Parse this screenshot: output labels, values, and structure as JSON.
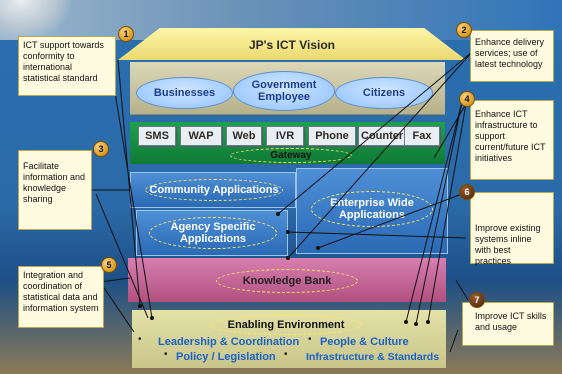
{
  "roof": {
    "title": "JP's ICT Vision"
  },
  "stakeholders": {
    "businesses": "Businesses",
    "government_employee": "Government Employee",
    "citizens": "Citizens"
  },
  "channels": [
    "SMS",
    "WAP",
    "Web",
    "IVR",
    "Phone",
    "Counter",
    "Fax"
  ],
  "gateway": {
    "label": "Gateway"
  },
  "apps": {
    "community": "Community Applications",
    "agency": "Agency Specific Applications",
    "enterprise": "Enterprise Wide Applications"
  },
  "knowledge_bank": {
    "label": "Knowledge Bank"
  },
  "enabling": {
    "label": "Enabling Environment",
    "leadership": "Leadership & Coordination",
    "people": "People & Culture",
    "policy": "Policy / Legislation",
    "infrastructure": "Infrastructure & Standards"
  },
  "notes": {
    "n1": {
      "num": "1",
      "text": "ICT support towards conformity to international statistical standard"
    },
    "n2": {
      "num": "2",
      "text": "Enhance delivery services; use of latest technology"
    },
    "n3": {
      "num": "3",
      "text": "Facilitate information and knowledge sharing"
    },
    "n4": {
      "num": "4",
      "text": "Enhance ICT infrastructure to support current/future ICT initiatives"
    },
    "n5": {
      "num": "5",
      "text": "Integration and coordination of statistical data and information system"
    },
    "n6": {
      "num": "6",
      "text": "Improve existing systems inline with best practices"
    },
    "n7": {
      "num": "7",
      "text": "Improve ICT skills and usage"
    }
  },
  "colors": {
    "background": "#2a6fb0",
    "roof": "#ebd970",
    "gateway": "#0f7a36",
    "apps": "#2a6ab6",
    "knowledge_bank": "#b0507f",
    "enabling": "#c9c58a",
    "note_bg": "#fffbe0",
    "label_text": "#1a62c8"
  }
}
